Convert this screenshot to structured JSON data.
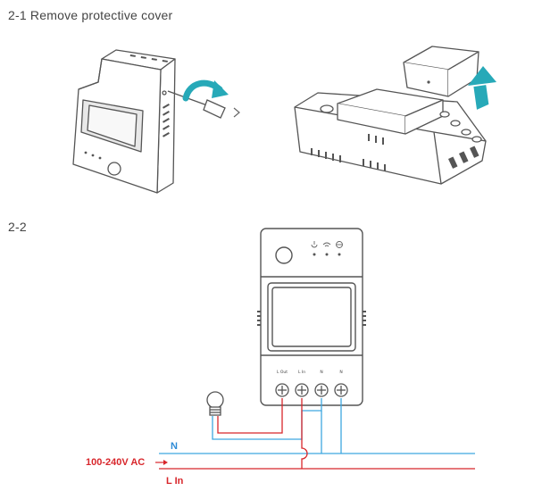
{
  "steps": {
    "step1_title": "2-1 Remove protective cover",
    "step2_title": "2-2"
  },
  "device": {
    "terminals": [
      "L Out",
      "L In",
      "N",
      "N"
    ],
    "status_icons": [
      "power-icon",
      "wifi-icon",
      "network-icon"
    ]
  },
  "wiring": {
    "neutral_label": "N",
    "supply_label": "100-240V AC",
    "line_label": "L In",
    "colors": {
      "neutral": "#3ea8e0",
      "line": "#d8262b",
      "outline": "#555555"
    }
  }
}
